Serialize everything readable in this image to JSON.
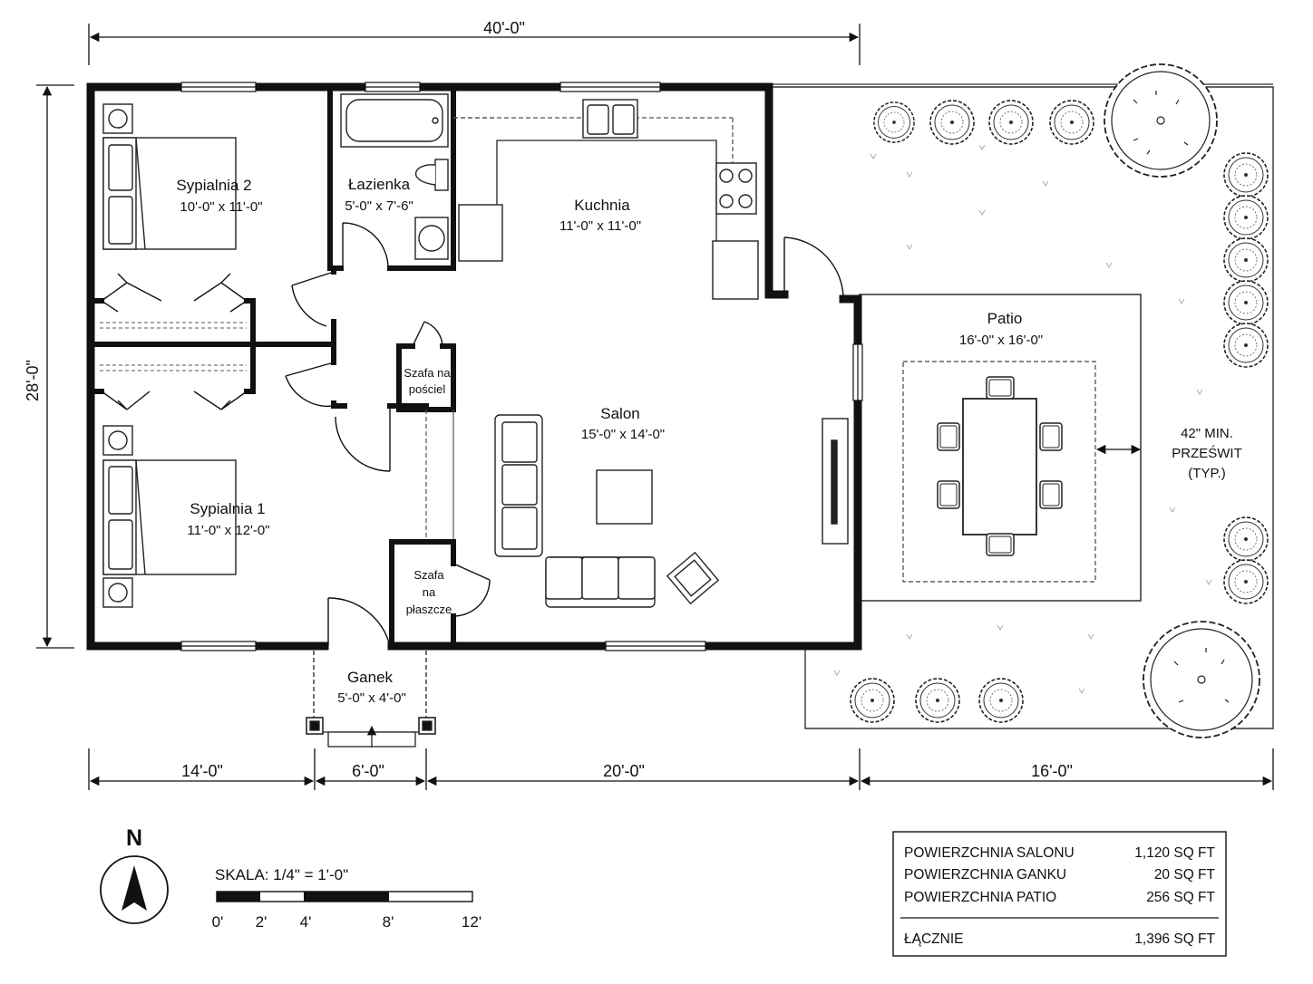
{
  "dimensions": {
    "top": "40'-0\"",
    "left": "28'-0\"",
    "bottom": [
      "14'-0\"",
      "6'-0\"",
      "20'-0\"",
      "16'-0\""
    ]
  },
  "rooms": {
    "bedroom2": {
      "name": "Sypialnia 2",
      "size": "10'-0\" x 11'-0\""
    },
    "bathroom": {
      "name": "Łazienka",
      "size": "5'-0\" x 7'-6\""
    },
    "kitchen": {
      "name": "Kuchnia",
      "size": "11'-0\" x 11'-0\""
    },
    "living": {
      "name": "Salon",
      "size": "15'-0\" x 14'-0\""
    },
    "bedroom1": {
      "name": "Sypialnia 1",
      "size": "11'-0\" x 12'-0\""
    },
    "porch": {
      "name": "Ganek",
      "size": "5'-0\" x 4'-0\""
    },
    "patio": {
      "name": "Patio",
      "size": "16'-0\" x 16'-0\""
    }
  },
  "closets": {
    "linen": [
      "Szafa na",
      "pościel"
    ],
    "coat": [
      "Szafa",
      "na",
      "płaszcze"
    ]
  },
  "clearance": [
    "42\" MIN.",
    "PRZEŚWIT",
    "(TYP.)"
  ],
  "north": "N",
  "scale": {
    "label": "SKALA:  1/4\" = 1'-0\"",
    "ticks": [
      "0'",
      "2'",
      "4'",
      "8'",
      "12'"
    ]
  },
  "area_table": {
    "rows": [
      {
        "label": "POWIERZCHNIA SALONU",
        "value": "1,120 SQ FT"
      },
      {
        "label": "POWIERZCHNIA GANKU",
        "value": "20 SQ FT"
      },
      {
        "label": "POWIERZCHNIA PATIO",
        "value": "256 SQ FT"
      }
    ],
    "total": {
      "label": "ŁĄCZNIE",
      "value": "1,396 SQ FT"
    }
  }
}
